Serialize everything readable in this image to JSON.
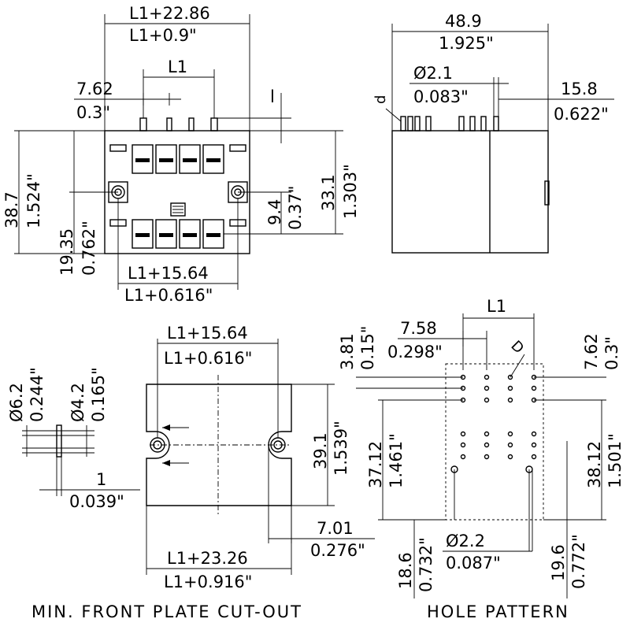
{
  "front_view": {
    "overall_width_mm": "L1+22.86",
    "overall_width_in": "L1+0.9\"",
    "pitch_label": "L1",
    "offset_mm": "7.62",
    "offset_in": "0.3\"",
    "pin_length_label": "l",
    "height_mm": "38.7",
    "height_in": "1.524\"",
    "center_height_mm": "19.35",
    "center_height_in": "0.762\"",
    "body_height_mm": "33.1",
    "body_height_in": "1.303\"",
    "mid_offset_mm": "9.4",
    "mid_offset_in": "0.37\"",
    "screw_span_mm": "L1+15.64",
    "screw_span_in": "L1+0.616\""
  },
  "side_view": {
    "depth_mm": "48.9",
    "depth_in": "1.925\"",
    "pin_diameter_mm": "Ø2.1",
    "pin_diameter_in": "0.083\"",
    "pin_depth_mm": "15.8",
    "pin_depth_in": "0.622\"",
    "pin_label": "d"
  },
  "washer_view": {
    "outer_diameter_mm": "Ø6.2",
    "outer_diameter_in": "0.244\"",
    "inner_diameter_mm": "Ø4.2",
    "inner_diameter_in": "0.165\"",
    "thickness_mm": "1",
    "thickness_in": "0.039\""
  },
  "cutout_view": {
    "caption": "MIN. FRONT PLATE CUT-OUT",
    "top_width_mm": "L1+15.64",
    "top_width_in": "L1+0.616\"",
    "height_mm": "39.1",
    "height_in": "1.539\"",
    "side_offset_mm": "7.01",
    "side_offset_in": "0.276\"",
    "bottom_width_mm": "L1+23.26",
    "bottom_width_in": "L1+0.916\""
  },
  "hole_pattern": {
    "caption": "HOLE PATTERN",
    "pitch_label": "L1",
    "row_gap_mm": "3.81",
    "row_gap_in": "0.15\"",
    "col_offset_mm": "7.58",
    "col_offset_in": "0.298\"",
    "hole_label": "D",
    "right_gap_mm": "7.62",
    "right_gap_in": "0.3\"",
    "left_height_mm": "37.12",
    "left_height_in": "1.461\"",
    "right_height_mm": "38.12",
    "right_height_in": "1.501\"",
    "peg_diameter_mm": "Ø2.2",
    "peg_diameter_in": "0.087\"",
    "left_base_mm": "18.6",
    "left_base_in": "0.732\"",
    "right_base_mm": "19.6",
    "right_base_in": "0.772\""
  }
}
